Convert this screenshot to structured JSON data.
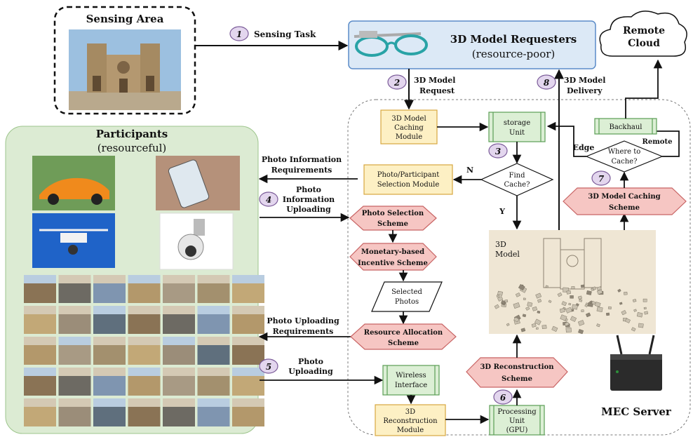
{
  "sensing_area": {
    "title": "Sensing Area"
  },
  "requesters": {
    "title": "3D Model Requesters",
    "subtitle": "(resource-poor)"
  },
  "remote_cloud": {
    "line1": "Remote",
    "line2": "Cloud"
  },
  "participants": {
    "title": "Participants",
    "subtitle": "(resourceful)"
  },
  "steps": {
    "s1": {
      "num": "1",
      "label": "Sensing Task"
    },
    "s2": {
      "num": "2",
      "line1": "3D Model",
      "line2": "Request"
    },
    "s3": {
      "num": "3"
    },
    "s4": {
      "num": "4",
      "line1": "Photo",
      "line2": "Information",
      "line3": "Uploading"
    },
    "s5": {
      "num": "5",
      "line1": "Photo",
      "line2": "Uploading"
    },
    "s6": {
      "num": "6"
    },
    "s7": {
      "num": "7"
    },
    "s8": {
      "num": "8",
      "line1": "3D Model",
      "line2": "Delivery"
    }
  },
  "labels": {
    "photo_info_req_1": "Photo Information",
    "photo_info_req_2": "Requirements",
    "photo_upload_req_1": "Photo Uploading",
    "photo_upload_req_2": "Requirements",
    "edge": "Edge",
    "remote": "Remote",
    "yes": "Y",
    "no": "N",
    "model_label_1": "3D",
    "model_label_2": "Model",
    "mec_server": "MEC Server"
  },
  "modules": {
    "caching_module": [
      "3D Model",
      "Caching",
      "Module"
    ],
    "storage_unit": [
      "storage",
      "Unit"
    ],
    "find_cache": [
      "Find",
      "Cache?"
    ],
    "where_to_cache": [
      "Where to",
      "Cache?"
    ],
    "backhaul": "Backhaul",
    "photo_participant_selection": [
      "Photo/Participant",
      "Selection Module"
    ],
    "photo_selection_scheme": [
      "Photo Selection",
      "Scheme"
    ],
    "incentive_scheme": [
      "Monetary-based",
      "Incentive Scheme"
    ],
    "selected_photos": [
      "Selected",
      "Photos"
    ],
    "resource_allocation": [
      "Resource Allocation",
      "Scheme"
    ],
    "caching_scheme": [
      "3D Model Caching",
      "Scheme"
    ],
    "reconstruction_scheme": [
      "3D Reconstruction",
      "Scheme"
    ],
    "wireless_interface": [
      "Wireless",
      "Interface"
    ],
    "reconstruction_module": [
      "3D",
      "Reconstruction",
      "Module"
    ],
    "processing_unit": [
      "Processing",
      "Unit",
      "(GPU)"
    ]
  },
  "colors": {
    "requester_fill": "#dce9f6",
    "requester_stroke": "#5b8cc8",
    "participants_fill": "#dcebd3",
    "module_fill": "#fdf0c4",
    "module_stroke": "#d7a640",
    "green_box_fill": "#dcefd5",
    "green_box_stroke": "#5a9e55",
    "scheme_fill": "#f6c6c3",
    "scheme_stroke": "#c86464",
    "step_fill": "#e3d6ee",
    "step_stroke": "#7a5a98"
  }
}
